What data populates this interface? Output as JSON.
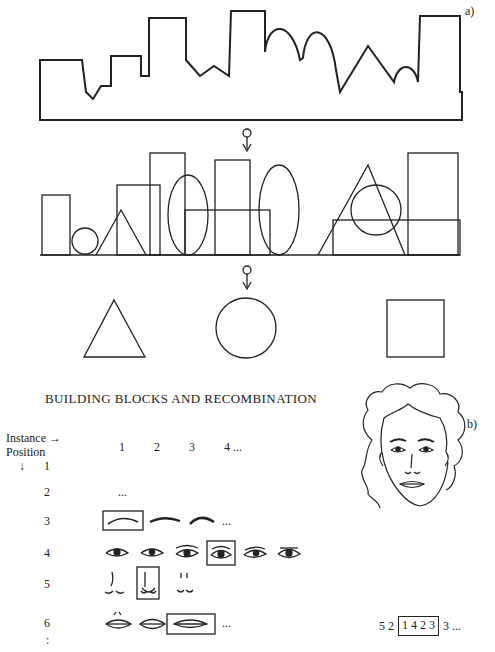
{
  "diagram": {
    "title": "BUILDING BLOCKS AND RECOMBINATION",
    "nodes": [
      {
        "text": [
          "1 4 2 3"
        ]
      }
    ],
    "labels": [
      "a)",
      "b)",
      "Instance →",
      "Position",
      "↓",
      "1",
      "2",
      "3",
      "4 ...",
      "1",
      "2",
      "...",
      "3",
      "...",
      "4",
      "5",
      "6",
      "...",
      ":",
      "5 2",
      "3 ..."
    ]
  }
}
